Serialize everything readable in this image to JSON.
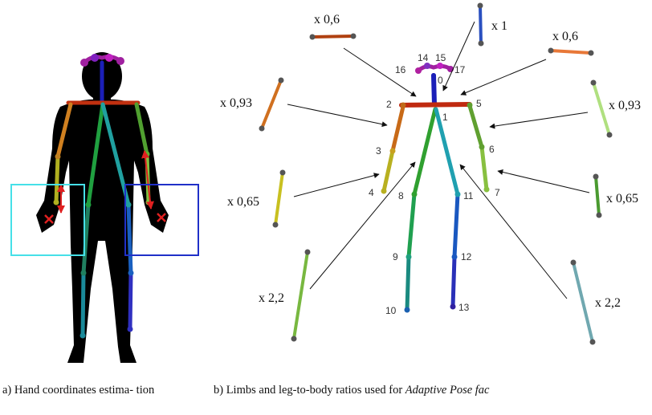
{
  "captions": {
    "a": "a) Hand coordinates estima- tion",
    "b_prefix": "b) Limbs and leg-to-body ratios used for ",
    "b_italic": "Adaptive Pose fac"
  },
  "ratios": {
    "head_left": "x 0,6",
    "neck": "x 1",
    "head_right": "x 0,6",
    "upper_arm_left": "x 0,93",
    "upper_arm_right": "x 0,93",
    "forearm_left": "x 0,65",
    "forearm_right": "x 0,65",
    "leg_left": "x 2,2",
    "leg_right": "x 2,2"
  },
  "joints": {
    "j0": "0",
    "j1": "1",
    "j2": "2",
    "j3": "3",
    "j4": "4",
    "j5": "5",
    "j6": "6",
    "j7": "7",
    "j8": "8",
    "j9": "9",
    "j10": "10",
    "j11": "11",
    "j12": "12",
    "j13": "13",
    "j14": "14",
    "j15": "15",
    "j16": "16",
    "j17": "17"
  },
  "colors": {
    "silhouette": "#000000",
    "left_box": "#46e0e8",
    "right_box": "#2030c8",
    "hand_arrow": "#e02020"
  }
}
